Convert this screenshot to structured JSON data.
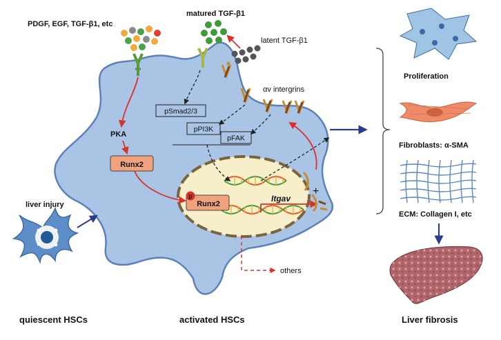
{
  "labels": {
    "growth_factors": "PDGF, EGF, TGF-β1, etc",
    "matured_tgf": "matured TGF-β1",
    "latent_tgf": "latent TGF-β1",
    "av_integrins": "αv intergrins",
    "psmad": "pSmad2/3",
    "ppi3k": "pPI3K",
    "pfak": "pFAK",
    "pka": "PKA",
    "runx2_cyto": "Runx2",
    "runx2_nuc": "Runx2",
    "phospho": "p",
    "itgav": "Itgav",
    "others": "others",
    "plus": "+",
    "liver_injury": "liver injury",
    "proliferation": "Proliferation",
    "fibroblasts": "Fibroblasts: α-SMA",
    "ecm": "ECM: Collagen I, etc",
    "quiescent": "quiescent HSCs",
    "activated": "activated HSCs",
    "liver_fibrosis": "Liver fibrosis"
  },
  "colors": {
    "cell_fill": "#a9c4e4",
    "cell_stroke": "#5b82b8",
    "nucleus_fill": "#f6efc9",
    "nucleus_stroke": "#7a6440",
    "runx2_fill": "#f0a27d",
    "arrow_red": "#d9312a",
    "arrow_blue": "#2b3c8a",
    "liver": "#b0656a",
    "fibroblast": "#ef8a69",
    "ecm": "#5a86c6",
    "quiescent": "#5e8ec7"
  }
}
